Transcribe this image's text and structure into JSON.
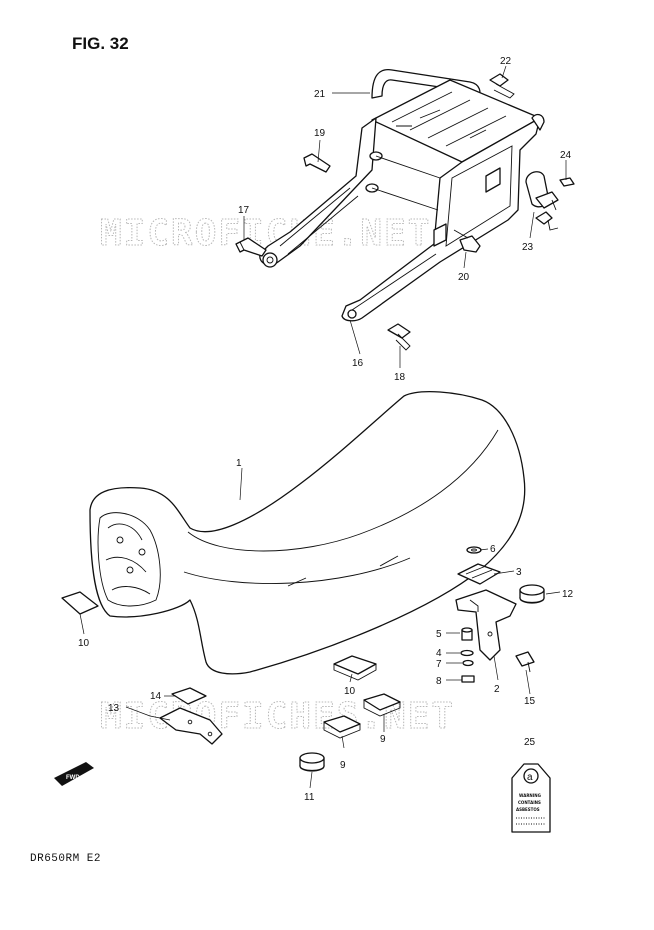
{
  "figure_title": "FIG. 32",
  "model_code": "DR650RM  E2",
  "watermarks": [
    "MICROFICHE.NET",
    "MICROFICHES.NET"
  ],
  "fwd_label": "FWD",
  "warning_tag": {
    "code": "a",
    "lines": [
      "WARNING",
      "CONTAINS",
      "ASBESTOS"
    ]
  },
  "callouts": [
    "1",
    "2",
    "3",
    "4",
    "5",
    "6",
    "7",
    "8",
    "9",
    "9",
    "10",
    "10",
    "11",
    "12",
    "13",
    "14",
    "15",
    "16",
    "17",
    "18",
    "19",
    "20",
    "21",
    "22",
    "23",
    "24",
    "25"
  ]
}
